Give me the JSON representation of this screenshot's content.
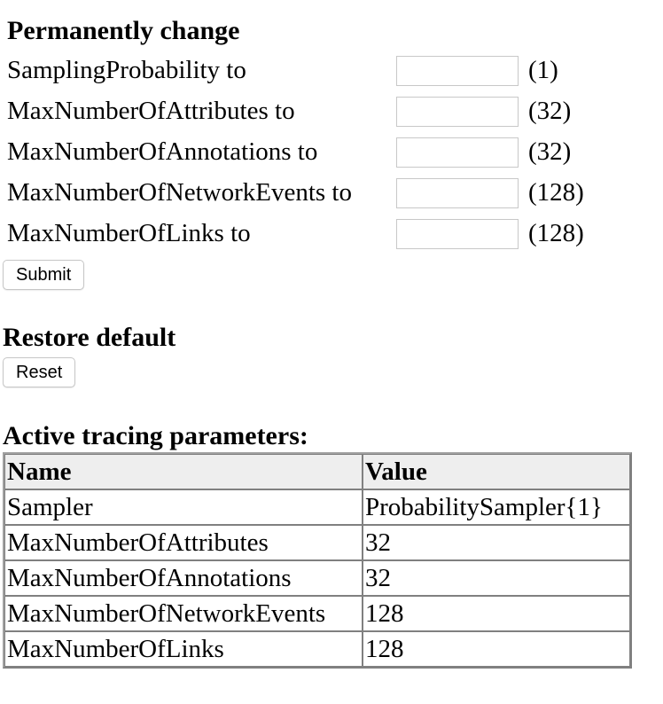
{
  "permanent": {
    "heading": "Permanently change",
    "rows": [
      {
        "label": "SamplingProbability to",
        "value": "",
        "default": "(1)"
      },
      {
        "label": "MaxNumberOfAttributes to",
        "value": "",
        "default": "(32)"
      },
      {
        "label": "MaxNumberOfAnnotations to",
        "value": "",
        "default": "(32)"
      },
      {
        "label": "MaxNumberOfNetworkEvents to",
        "value": "",
        "default": "(128)"
      },
      {
        "label": "MaxNumberOfLinks to",
        "value": "",
        "default": "(128)"
      }
    ],
    "submit_label": "Submit"
  },
  "restore": {
    "heading": "Restore default",
    "reset_label": "Reset"
  },
  "active": {
    "heading": "Active tracing parameters:",
    "columns": [
      "Name",
      "Value"
    ],
    "rows": [
      [
        "Sampler",
        "ProbabilitySampler{1}"
      ],
      [
        "MaxNumberOfAttributes",
        "32"
      ],
      [
        "MaxNumberOfAnnotations",
        "32"
      ],
      [
        "MaxNumberOfNetworkEvents",
        "128"
      ],
      [
        "MaxNumberOfLinks",
        "128"
      ]
    ]
  }
}
